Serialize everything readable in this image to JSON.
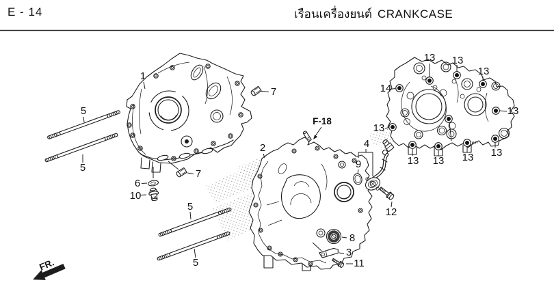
{
  "header": {
    "page_code": "E - 14",
    "title_thai": "เรือนเครื่องยนต์",
    "title_en": "CRANKCASE"
  },
  "labels": {
    "p1": "1",
    "p2": "2",
    "p3": "3",
    "p4": "4",
    "p5": "5",
    "p6": "6",
    "p7": "7",
    "p8": "8",
    "p9": "9",
    "p10": "10",
    "p11": "11",
    "p12": "12",
    "p13": "13",
    "p14": "14"
  },
  "annotations": {
    "ref": "F-18",
    "front": "FR."
  },
  "colors": {
    "ink": "#1c1c1c",
    "background": "#ffffff"
  }
}
